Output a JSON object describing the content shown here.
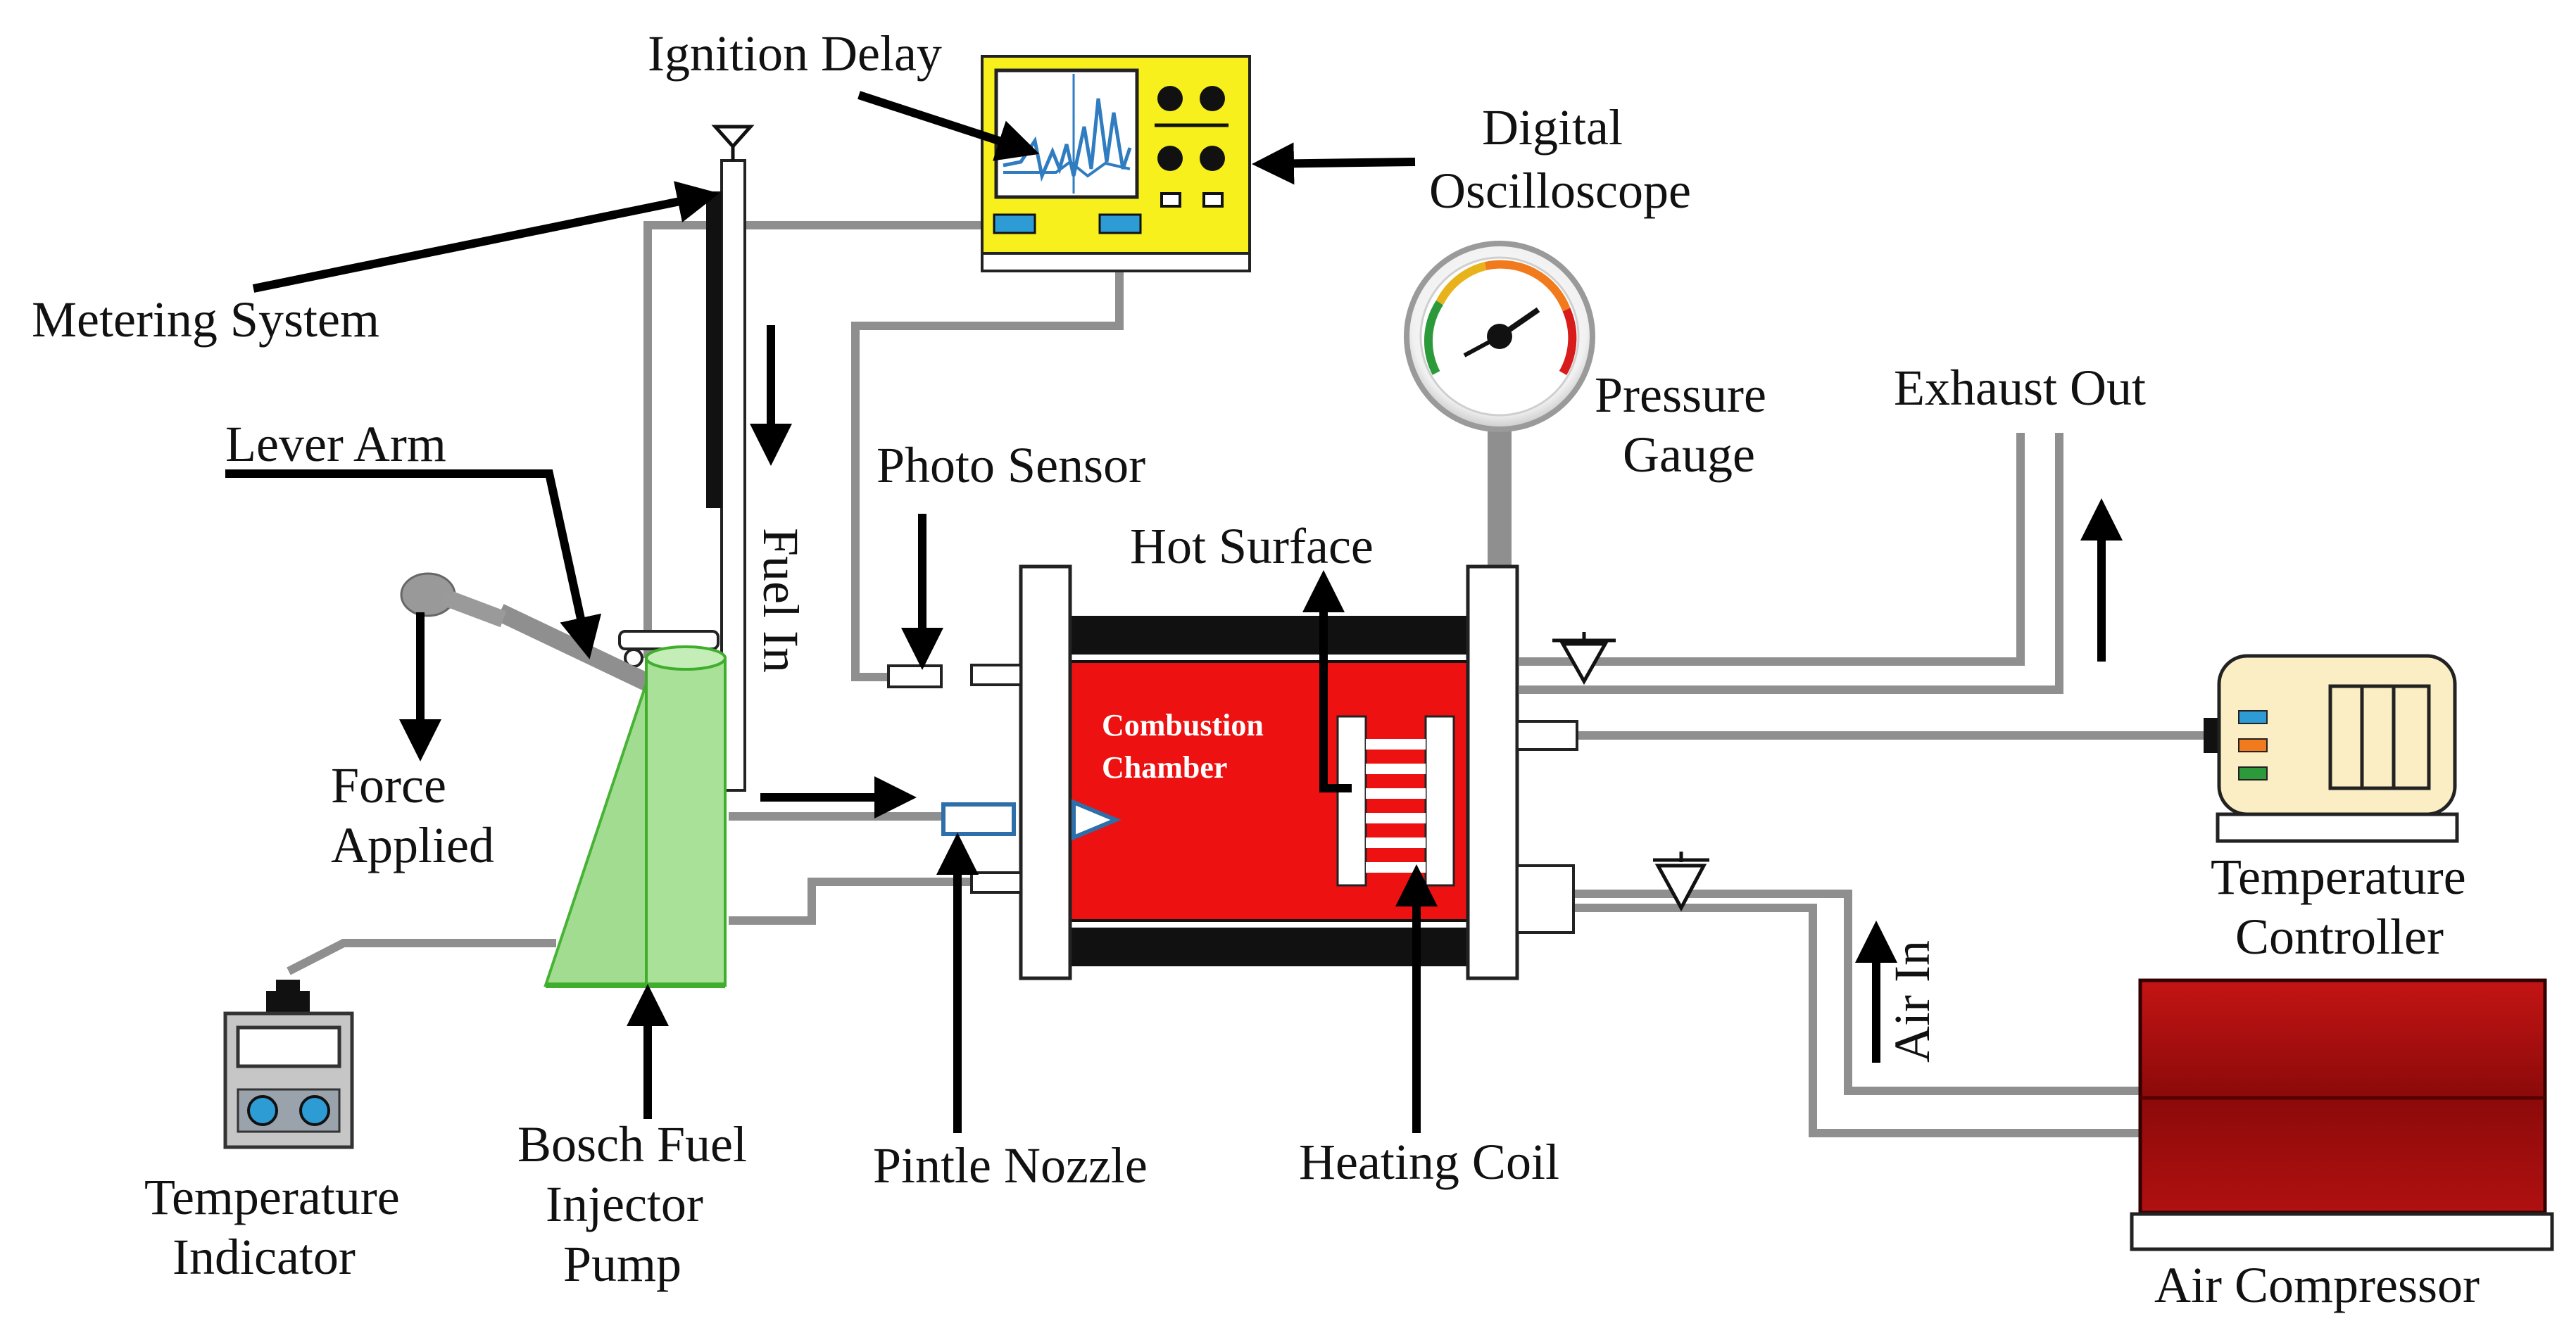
{
  "labels": {
    "ignition_delay": "Ignition Delay",
    "digital_oscilloscope_l1": "Digital",
    "digital_oscilloscope_l2": "Oscilloscope",
    "metering_system": "Metering System",
    "lever_arm": "Lever Arm",
    "force_applied_l1": "Force",
    "force_applied_l2": "Applied",
    "fuel_in": "Fuel In",
    "photo_sensor": "Photo Sensor",
    "hot_surface": "Hot Surface",
    "pressure_gauge_l1": "Pressure",
    "pressure_gauge_l2": "Gauge",
    "exhaust_out": "Exhaust Out",
    "combustion_chamber_l1": "Combustion",
    "combustion_chamber_l2": "Chamber",
    "temperature_controller_l1": "Temperature",
    "temperature_controller_l2": "Controller",
    "air_in": "Air In",
    "temperature_indicator_l1": "Temperature",
    "temperature_indicator_l2": "Indicator",
    "bosch_l1": "Bosch Fuel",
    "bosch_l2": "Injector",
    "bosch_l3": "Pump",
    "pintle_nozzle": "Pintle Nozzle",
    "heating_coil": "Heating Coil",
    "air_compressor": "Air Compressor"
  },
  "colors": {
    "oscilloscope_body": "#f7f01c",
    "oscilloscope_signal": "#2f7cc0",
    "chamber_red": "#ee1111",
    "pump_green": "#9edb8c",
    "compressor_red": "#a80d0d",
    "controller_body": "#fbeec4",
    "pipe_gray": "#8f8f8f",
    "connector_blue": "#2d9bd4"
  },
  "icons": {
    "oscilloscope": "oscilloscope-icon",
    "pressure_gauge": "gauge-icon",
    "controller": "controller-icon",
    "indicator": "indicator-icon",
    "compressor": "compressor-icon"
  }
}
